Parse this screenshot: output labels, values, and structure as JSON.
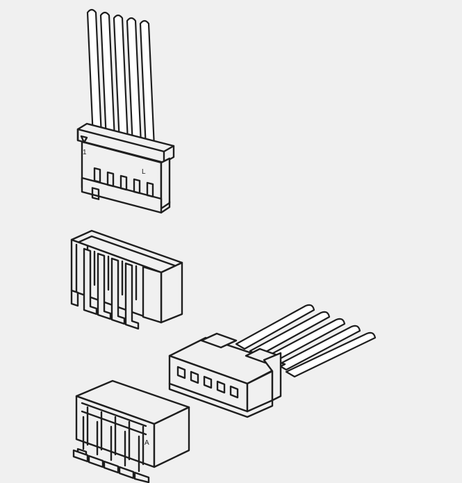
{
  "illustration": {
    "background": "#f0f0f0",
    "line_color": "#1e1e1e",
    "components": [
      "wire-harness-plug-vertical",
      "right-angle-pin-header",
      "wire-harness-plug-horizontal",
      "smt-pin-header"
    ]
  },
  "marks": {
    "plug_pin1": "1",
    "plug_pin5": "L",
    "header_bottom_polarity": "A"
  }
}
